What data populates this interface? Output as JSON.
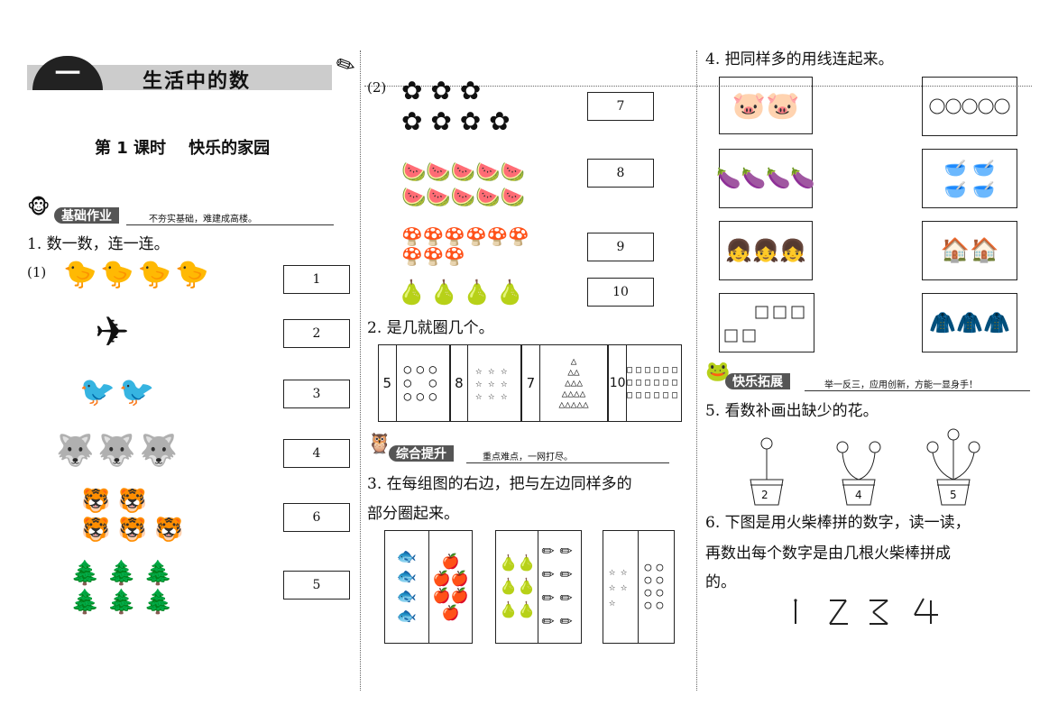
{
  "unit": {
    "number_glyph": "一",
    "title": "生活中的数"
  },
  "lesson_title": "第 1 课时    快乐的家园",
  "sections": {
    "basic": {
      "label": "基础作业",
      "motto": "不夯实基础，难建成高楼。"
    },
    "comprehensive": {
      "label": "综合提升",
      "motto": "重点难点，一网打尽。"
    },
    "extension": {
      "label": "快乐拓展",
      "motto": "举一反三，应用创新，方能一显身手！"
    }
  },
  "q1": {
    "text": "1. 数一数，连一连。",
    "part1": "(1)",
    "part2": "(2)",
    "part1_boxes": [
      "1",
      "2",
      "3",
      "4",
      "6",
      "5"
    ],
    "part2_boxes": [
      "7",
      "8",
      "9",
      "10"
    ]
  },
  "q2": {
    "text": "2. 是几就圈几个。",
    "cells": [
      {
        "num": "5",
        "shape": "○"
      },
      {
        "num": "8",
        "shape": "☆"
      },
      {
        "num": "7",
        "shape": "△"
      },
      {
        "num": "10",
        "shape": "□"
      }
    ]
  },
  "q3": {
    "text_line1": "3. 在每组图的右边，把与左边同样多的",
    "text_line2": "部分圈起来。"
  },
  "q4": {
    "text": "4. 把同样多的用线连起来。"
  },
  "q5": {
    "text": "5. 看数补画出缺少的花。",
    "pots": [
      "2",
      "4",
      "5"
    ]
  },
  "q6": {
    "text_line1": "6. 下图是用火柴棒拼的数字，读一读，",
    "text_line2": "再数出每个数字是由几根火柴棒拼成",
    "text_line3": "的。",
    "digits": [
      "1",
      "2",
      "3",
      "4"
    ]
  },
  "icons": {
    "chick": "🐤",
    "plane": "✈",
    "bird": "🐦",
    "wolf": "🐺",
    "tiger": "🐯",
    "tree": "🌲",
    "flower": "✿",
    "watermelon": "🍉",
    "mushroom": "🍄",
    "pear": "🍐",
    "fish": "🐟",
    "apple": "🍎",
    "pencil": "✏",
    "piglet": "🐷",
    "eggplant": "🍆",
    "doll": "👧",
    "bowl": "🥣",
    "house": "🏠",
    "coat": "🧥"
  }
}
